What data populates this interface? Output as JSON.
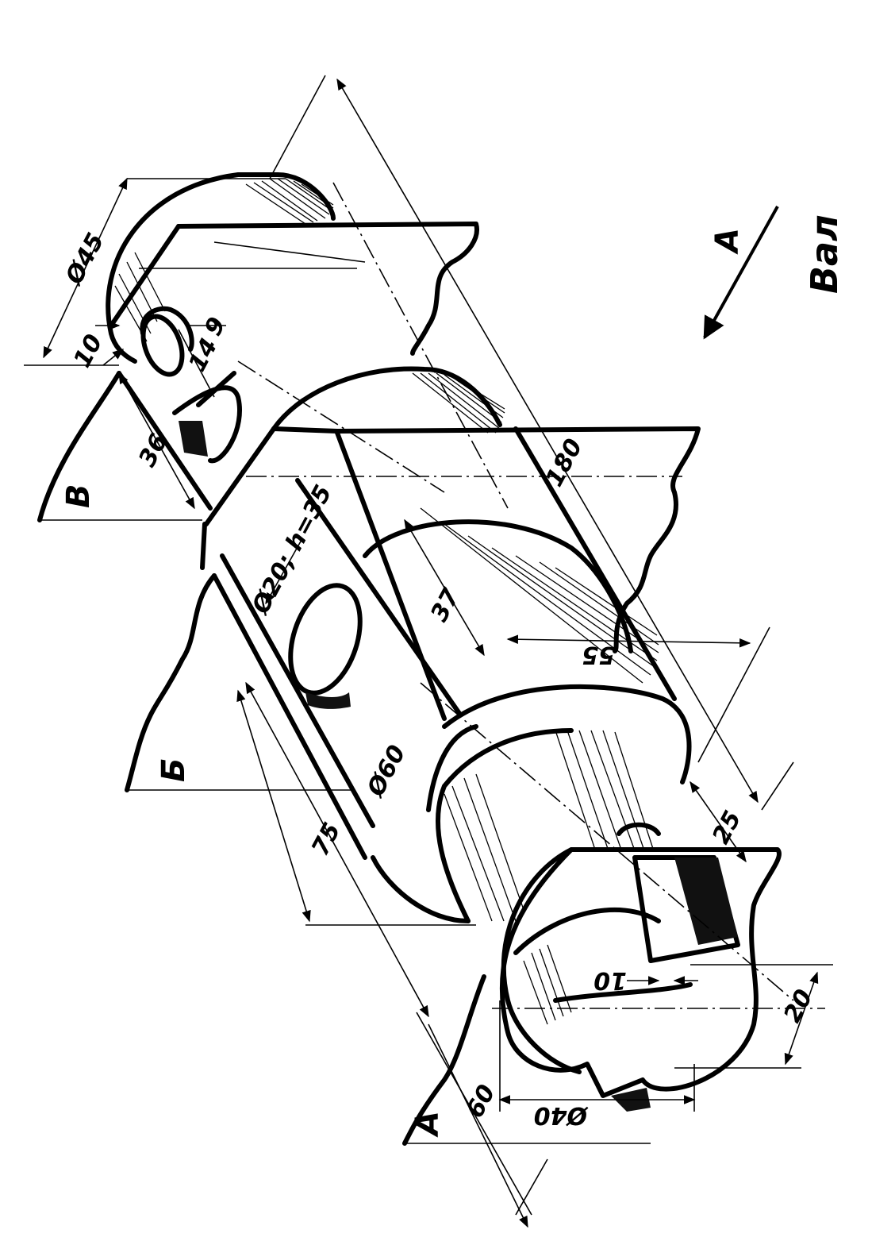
{
  "title": "Вал",
  "view_arrow_label": "A",
  "section_labels": {
    "a": "A",
    "b": "Б",
    "v": "В"
  },
  "dimensions": {
    "d45": "Ø45",
    "d60": "Ø60",
    "d40": "Ø40",
    "hole": "Ø20; h=35",
    "len180": "180",
    "len75": "75",
    "len60": "60",
    "len55": "55",
    "len37": "37",
    "len36": "36",
    "len25": "25",
    "len20": "20",
    "len10a": "10",
    "len10b": "10",
    "len14": "14",
    "len9": "9"
  }
}
